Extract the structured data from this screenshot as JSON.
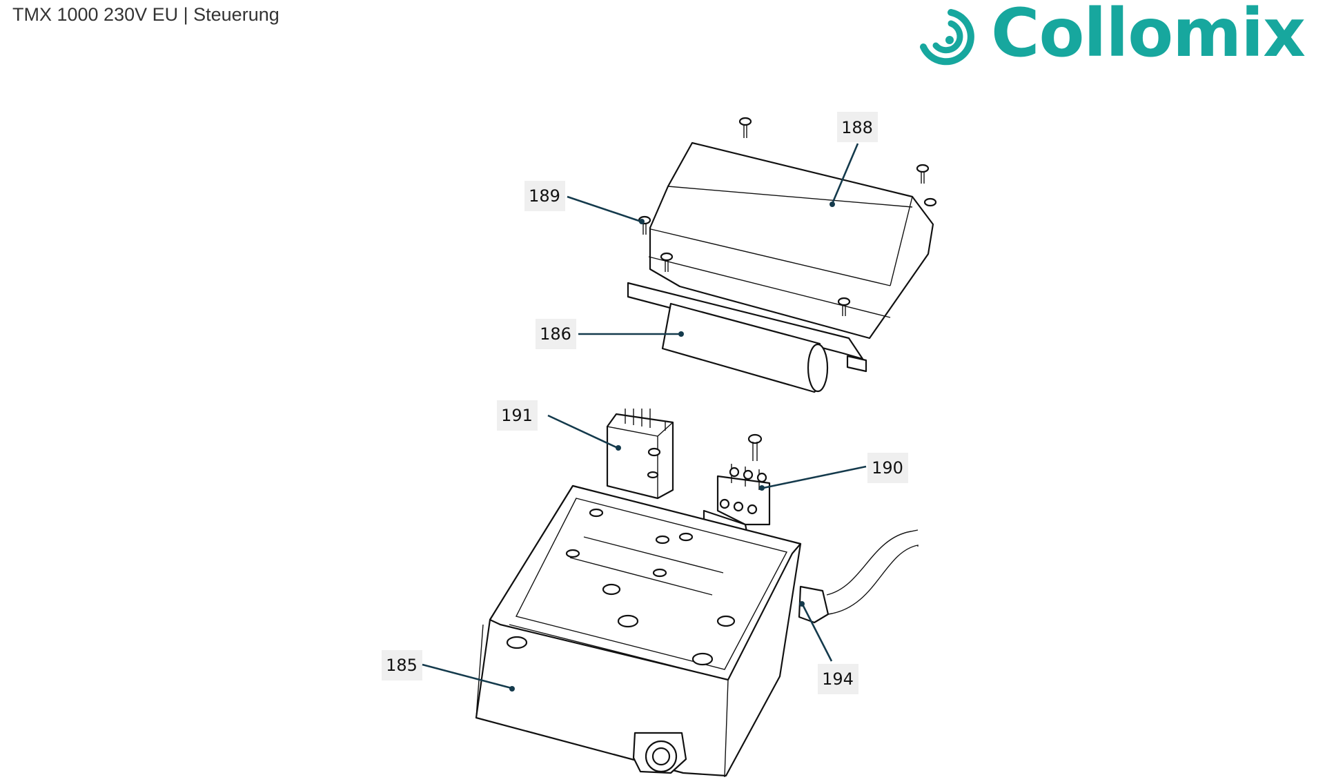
{
  "header": {
    "title": "TMX 1000 230V EU | Steuerung"
  },
  "brand": {
    "name": "Collomix",
    "color": "#17a79e",
    "icon": "collomix-swirl-logo"
  },
  "diagram": {
    "leader_color": "#143a4c",
    "callouts": [
      {
        "id": "188",
        "label": "188"
      },
      {
        "id": "189",
        "label": "189"
      },
      {
        "id": "186",
        "label": "186"
      },
      {
        "id": "191",
        "label": "191"
      },
      {
        "id": "190",
        "label": "190"
      },
      {
        "id": "185",
        "label": "185"
      },
      {
        "id": "194",
        "label": "194"
      }
    ]
  }
}
